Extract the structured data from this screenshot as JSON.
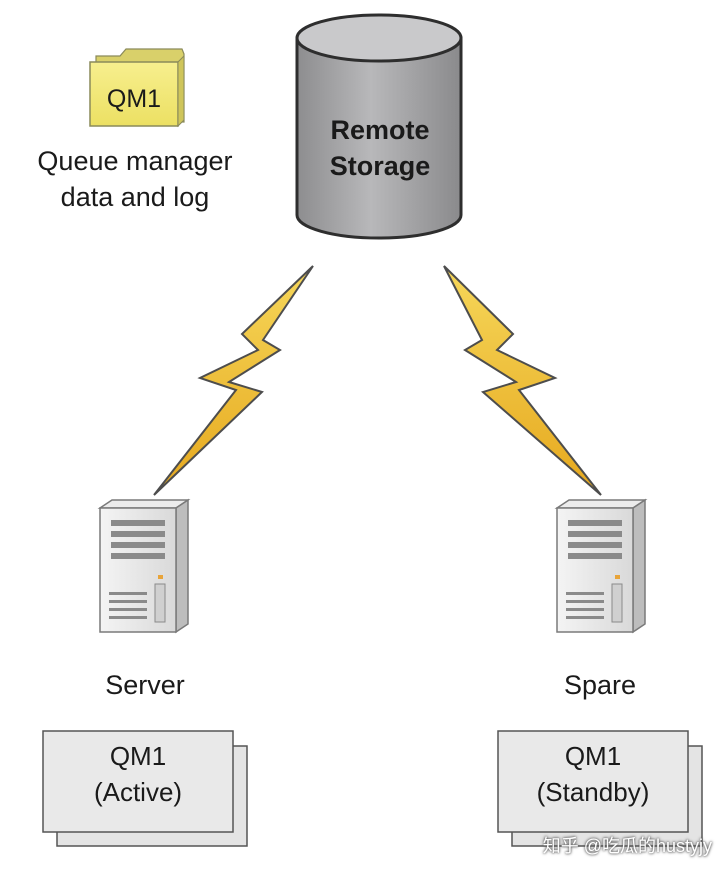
{
  "folder": {
    "label": "QM1",
    "color": "#f3ea7a"
  },
  "folder_caption": {
    "line1": "Queue manager",
    "line2": "data and log"
  },
  "storage": {
    "line1": "Remote",
    "line2": "Storage",
    "color": "#a9a9ab"
  },
  "links": {
    "color": "#f2c02a",
    "outline": "#555555"
  },
  "server": {
    "caption": "Server",
    "queue_manager": {
      "line1": "QM1",
      "line2": "(Active)"
    }
  },
  "spare": {
    "caption": "Spare",
    "queue_manager": {
      "line1": "QM1",
      "line2": "(Standby)"
    }
  },
  "watermark": "知乎 @吃瓜的hustyjy"
}
